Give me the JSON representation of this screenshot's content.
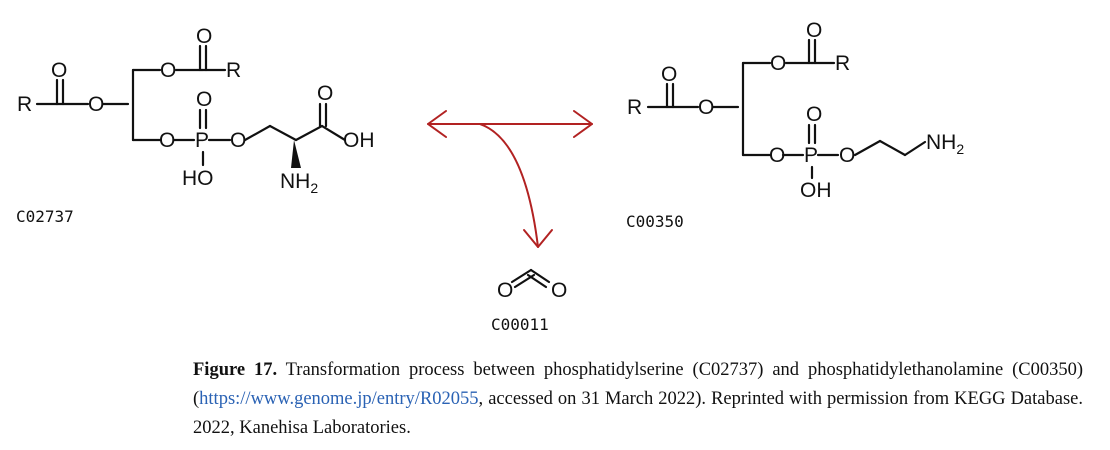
{
  "compounds": {
    "left": {
      "id": "C02737"
    },
    "right": {
      "id": "C00350"
    },
    "bottom": {
      "id": "C00011"
    }
  },
  "atoms": {
    "R": "R",
    "O": "O",
    "P": "P",
    "OH": "OH",
    "HO": "HO",
    "NH": "NH",
    "sub2": "2"
  },
  "colors": {
    "arrow": "#b22222",
    "link": "#2a62b4"
  },
  "caption": {
    "label": "Figure 17.",
    "text_before": " Transformation process between phosphatidylserine (C02737) and phosphatidylethanolamine (C00350) (",
    "link": "https://www.genome.jp/entry/R02055",
    "text_after": ", accessed on 31 March 2022).  Reprinted with permission from KEGG Database. 2022, Kanehisa Laboratories."
  }
}
